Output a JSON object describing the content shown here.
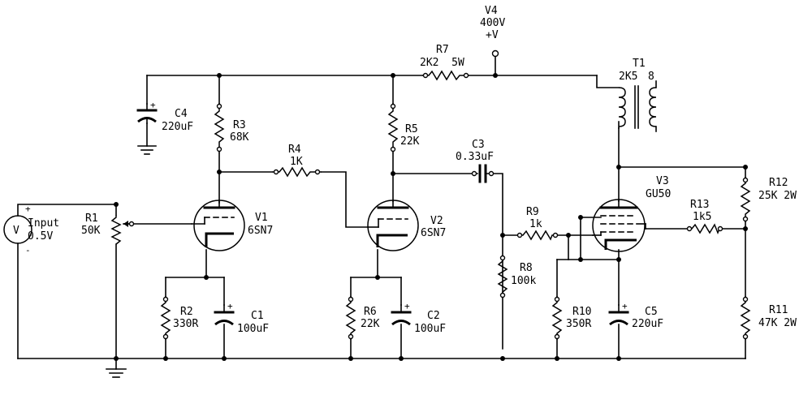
{
  "components": {
    "v4": {
      "ref": "V4",
      "value": "400V",
      "polarity": "+V"
    },
    "r7": {
      "ref": "R7",
      "value": "2K2  5W"
    },
    "t1": {
      "ref": "T1",
      "primary": "2K5",
      "secondary": "8"
    },
    "c4": {
      "ref": "C4",
      "value": "220uF",
      "plus": "+"
    },
    "r3": {
      "ref": "R3",
      "value": "68K"
    },
    "r4": {
      "ref": "R4",
      "value": "1K"
    },
    "r5": {
      "ref": "R5",
      "value": "22K"
    },
    "c3": {
      "ref": "C3",
      "value": "0.33uF"
    },
    "v1": {
      "ref": "V1",
      "value": "6SN7"
    },
    "v2": {
      "ref": "V2",
      "value": "6SN7"
    },
    "v3": {
      "ref": "V3",
      "value": "GU50"
    },
    "r1": {
      "ref": "R1",
      "value": "50K"
    },
    "input": {
      "symbol": "V",
      "label": "Input",
      "value": "0.5V",
      "plus": "+",
      "minus": "-"
    },
    "r2": {
      "ref": "R2",
      "value": "330R"
    },
    "c1": {
      "ref": "C1",
      "value": "100uF",
      "plus": "+"
    },
    "r6": {
      "ref": "R6",
      "value": "22K"
    },
    "c2": {
      "ref": "C2",
      "value": "100uF",
      "plus": "+"
    },
    "r9": {
      "ref": "R9",
      "value": "1k"
    },
    "r8": {
      "ref": "R8",
      "value": "100k"
    },
    "r13": {
      "ref": "R13",
      "value": "1k5"
    },
    "r12": {
      "ref": "R12",
      "value": "25K 2W"
    },
    "r11": {
      "ref": "R11",
      "value": "47K 2W"
    },
    "r10": {
      "ref": "R10",
      "value": "350R"
    },
    "c5": {
      "ref": "C5",
      "value": "220uF",
      "plus": "+"
    }
  }
}
